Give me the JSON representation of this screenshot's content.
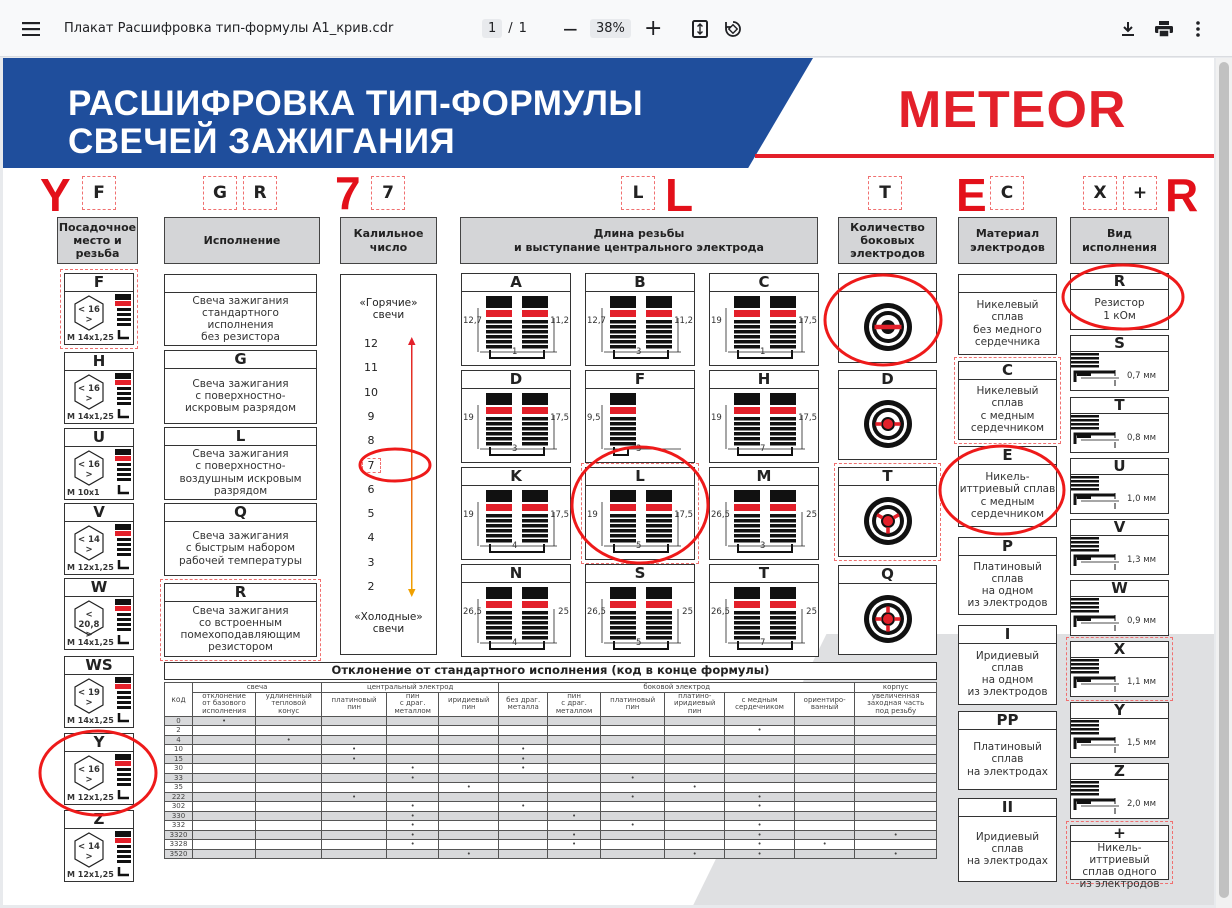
{
  "toolbar": {
    "title": "Плакат Расшифровка тип-формулы A1_крив.cdr",
    "page_current": "1",
    "page_sep": "/",
    "page_total": "1",
    "zoom": "38%",
    "zoom_out": "−",
    "zoom_in": "+"
  },
  "poster": {
    "title_line1": "РАСШИФРОВКА ТИП-ФОРМУЛЫ",
    "title_line2": "СВЕЧЕЙ ЗАЖИГАНИЯ",
    "brand": "METEOR"
  },
  "colors": {
    "blue": "#1f4e9c",
    "red": "#e3202a"
  },
  "formula": {
    "red": [
      "Y",
      "7",
      "L",
      "E",
      "R"
    ],
    "boxes": [
      "F",
      "G",
      "R",
      "7",
      "L",
      "T",
      "C",
      "X",
      "+"
    ]
  },
  "seat": {
    "header": "Посадочное\nместо и\nрезьба",
    "items": [
      {
        "code": "F",
        "hex": "< 16 >",
        "thread": "M 14x1,25"
      },
      {
        "code": "H",
        "hex": "< 16 >",
        "thread": "M 14x1,25"
      },
      {
        "code": "U",
        "hex": "< 16 >",
        "thread": "M 10x1"
      },
      {
        "code": "V",
        "hex": "< 14 >",
        "thread": "M 12x1,25"
      },
      {
        "code": "W",
        "hex": "< 20,8 >",
        "thread": "M 14x1,25"
      },
      {
        "code": "WS",
        "hex": "< 19 >",
        "thread": "M 14x1,25"
      },
      {
        "code": "Y",
        "hex": "< 16 >",
        "thread": "M 12x1,25"
      },
      {
        "code": "Z",
        "hex": "< 14 >",
        "thread": "M 12x1,25"
      }
    ]
  },
  "design": {
    "header": "Исполнение",
    "items": [
      {
        "code": "",
        "text": "Свеча зажигания\nстандартного\nисполнения\nбез резистора"
      },
      {
        "code": "G",
        "text": "Свеча зажигания\nс поверхностно-\nискровым разрядом"
      },
      {
        "code": "L",
        "text": "Свеча зажигания\nс поверхностно-\nвоздушным искровым\nразрядом"
      },
      {
        "code": "Q",
        "text": "Свеча зажигания\nс быстрым набором\nрабочей температуры"
      },
      {
        "code": "R",
        "text": "Свеча зажигания\nсо встроенным\nпомехоподавляющим\nрезистором"
      }
    ]
  },
  "heat": {
    "header": "Калильное\nчисло",
    "hot": "«Горячие»\nсвечи",
    "cold": "«Холодные»\nсвечи",
    "values": [
      "12",
      "11",
      "10",
      "9",
      "8",
      "7",
      "6",
      "5",
      "4",
      "3",
      "2"
    ],
    "selected": "7"
  },
  "thread": {
    "header": "Длина резьбы\nи выступание центрального электрода",
    "items": [
      {
        "code": "A",
        "left": "12,7",
        "right": "11,2",
        "gap": "1"
      },
      {
        "code": "B",
        "left": "12,7",
        "right": "11,2",
        "gap": "3"
      },
      {
        "code": "C",
        "left": "19",
        "right": "17,5",
        "gap": "1"
      },
      {
        "code": "D",
        "left": "19",
        "right": "17,5",
        "gap": "3"
      },
      {
        "code": "F",
        "left": "9,5",
        "right": "",
        "gap": "3"
      },
      {
        "code": "H",
        "left": "19",
        "right": "17,5",
        "gap": "7"
      },
      {
        "code": "K",
        "left": "19",
        "right": "17,5",
        "gap": "4"
      },
      {
        "code": "L",
        "left": "19",
        "right": "17,5",
        "gap": "5"
      },
      {
        "code": "M",
        "left": "26,5",
        "right": "25",
        "gap": "3"
      },
      {
        "code": "N",
        "left": "26,5",
        "right": "25",
        "gap": "4"
      },
      {
        "code": "S",
        "left": "26,5",
        "right": "25",
        "gap": "5"
      },
      {
        "code": "T",
        "left": "26,5",
        "right": "25",
        "gap": "7"
      }
    ]
  },
  "side": {
    "header": "Количество\nбоковых\nэлектродов",
    "items": [
      {
        "code": "",
        "count": 1
      },
      {
        "code": "D",
        "count": 2
      },
      {
        "code": "T",
        "count": 3
      },
      {
        "code": "Q",
        "count": 4
      }
    ]
  },
  "material": {
    "header": "Материал\nэлектродов",
    "items": [
      {
        "code": "",
        "text": "Никелевый\nсплав\nбез медного\nсердечника"
      },
      {
        "code": "C",
        "text": "Никелевый\nсплав\nс медным\nсердечником"
      },
      {
        "code": "E",
        "text": "Никель-\nиттриевый сплав\nс медным\nсердечником"
      },
      {
        "code": "P",
        "text": "Платиновый\nсплав\nна одном\nиз электродов"
      },
      {
        "code": "I",
        "text": "Иридиевый\nсплав\nна одном\nиз электродов"
      },
      {
        "code": "PP",
        "text": "Платиновый\nсплав\nна электродах"
      },
      {
        "code": "II",
        "text": "Иридиевый\nсплав\nна электродах"
      }
    ]
  },
  "variant": {
    "header": "Вид\nисполнения",
    "items": [
      {
        "code": "R",
        "text": "Резистор\n1 кОм"
      },
      {
        "code": "S",
        "gap": "0,7 мм"
      },
      {
        "code": "T",
        "gap": "0,8 мм"
      },
      {
        "code": "U",
        "gap": "1,0 мм"
      },
      {
        "code": "V",
        "gap": "1,3 мм"
      },
      {
        "code": "W",
        "gap": "0,9 мм"
      },
      {
        "code": "X",
        "gap": "1,1 мм"
      },
      {
        "code": "Y",
        "gap": "1,5 мм"
      },
      {
        "code": "Z",
        "gap": "2,0 мм"
      },
      {
        "code": "+",
        "text": "Никель-\nиттриевый\nсплав одного\nиз электродов"
      }
    ]
  },
  "table": {
    "title": "Отклонение от стандартного исполнения (код в конце формулы)",
    "code_header": "код",
    "groups": [
      {
        "label": "свеча",
        "span": 2
      },
      {
        "label": "центральный электрод",
        "span": 3
      },
      {
        "label": "боковой электрод",
        "span": 6
      },
      {
        "label": "корпус",
        "span": 1
      }
    ],
    "columns": [
      "отклонение\nот базового\nисполнения",
      "удлиненный\nтепловой\nконус",
      "платиновый\nпин",
      "пин\nс драг.\nметаллом",
      "иридиевый\nпин",
      "без драг.\nметалла",
      "пин\nс драг.\nметаллом",
      "платиновый\nпин",
      "платино-\nиридиевый\nпин",
      "с медным\nсердечником",
      "ориентиро-\nванный",
      "увеличенная\nзаходная часть\nпод резьбу"
    ],
    "mark": "•",
    "rows": [
      {
        "code": "0",
        "marks": [
          0
        ]
      },
      {
        "code": "2",
        "marks": [
          9
        ]
      },
      {
        "code": "4",
        "marks": [
          1
        ]
      },
      {
        "code": "10",
        "marks": [
          2,
          5
        ]
      },
      {
        "code": "15",
        "marks": [
          2,
          5
        ]
      },
      {
        "code": "30",
        "marks": [
          3,
          5
        ]
      },
      {
        "code": "33",
        "marks": [
          3,
          7
        ]
      },
      {
        "code": "35",
        "marks": [
          4,
          8
        ]
      },
      {
        "code": "222",
        "marks": [
          2,
          7,
          9
        ]
      },
      {
        "code": "302",
        "marks": [
          3,
          5,
          9
        ]
      },
      {
        "code": "330",
        "marks": [
          3,
          6
        ]
      },
      {
        "code": "332",
        "marks": [
          3,
          7,
          9
        ]
      },
      {
        "code": "3320",
        "marks": [
          3,
          6,
          9,
          11
        ]
      },
      {
        "code": "3328",
        "marks": [
          3,
          6,
          9,
          10
        ]
      },
      {
        "code": "3520",
        "marks": [
          4,
          8,
          9,
          11
        ]
      }
    ]
  }
}
